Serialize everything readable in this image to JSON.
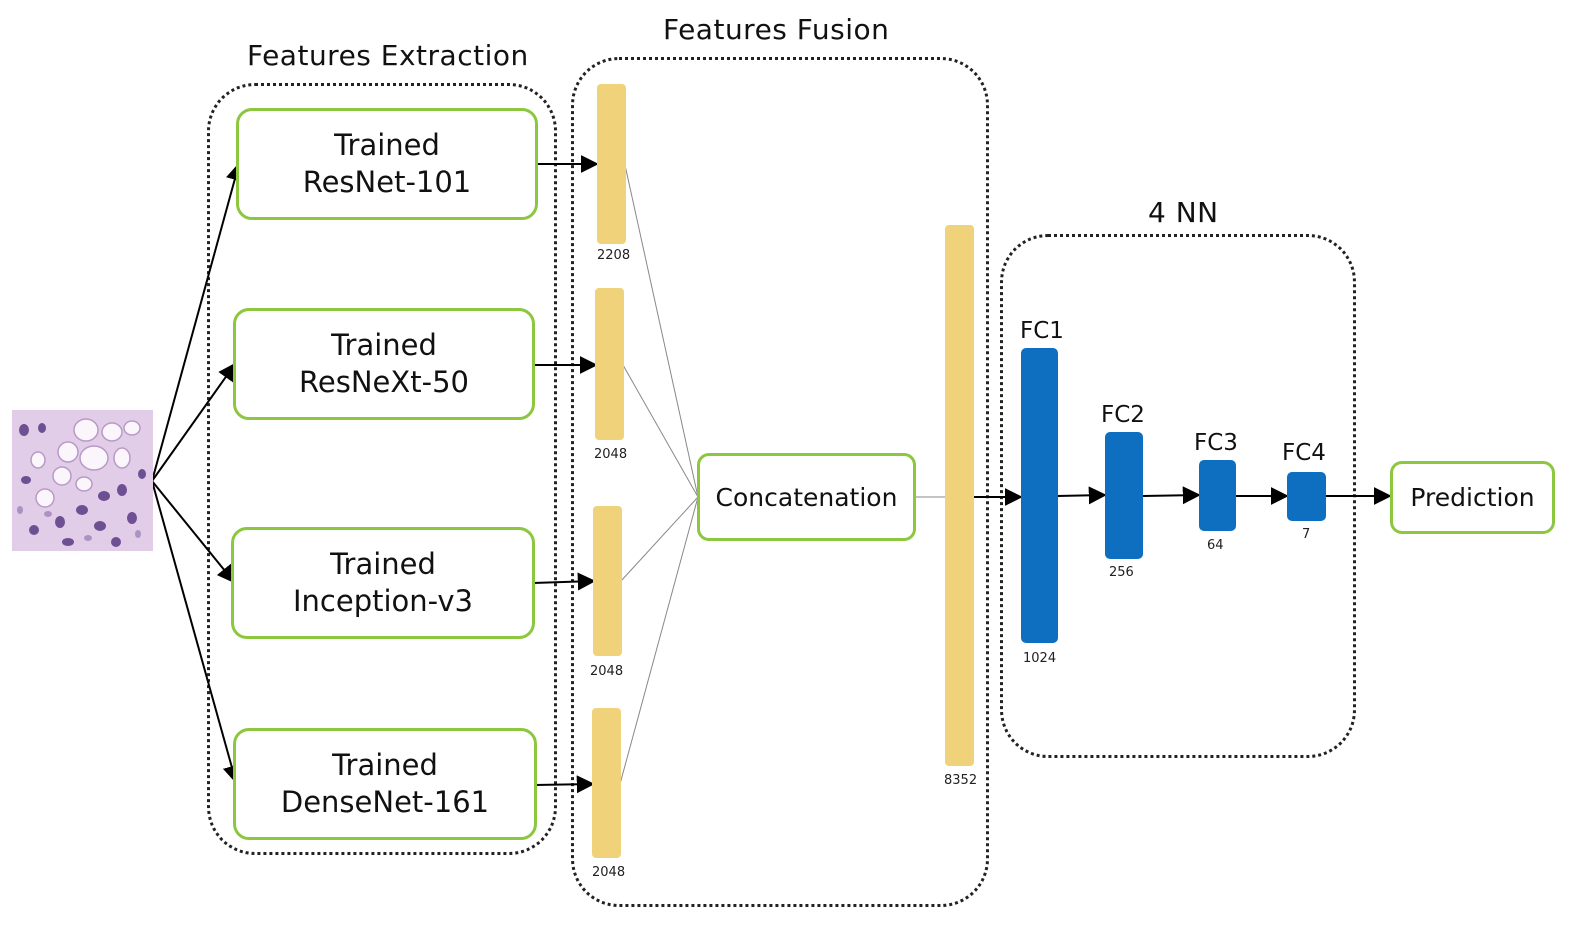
{
  "groups": {
    "extraction_title": "Features Extraction",
    "fusion_title": "Features Fusion",
    "nn_title": "4 NN"
  },
  "models": [
    {
      "line1": "Trained",
      "line2": "ResNet-101"
    },
    {
      "line1": "Trained",
      "line2": "ResNeXt-50"
    },
    {
      "line1": "Trained",
      "line2": "Inception-v3"
    },
    {
      "line1": "Trained",
      "line2": "DenseNet-161"
    }
  ],
  "features": [
    "2208",
    "2048",
    "2048",
    "2048"
  ],
  "concatenation": {
    "label": "Concatenation",
    "dimension": "8352"
  },
  "fc_layers": [
    {
      "name": "FC1",
      "units": "1024"
    },
    {
      "name": "FC2",
      "units": "256"
    },
    {
      "name": "FC3",
      "units": "64"
    },
    {
      "name": "FC4",
      "units": "7"
    }
  ],
  "prediction": "Prediction",
  "colors": {
    "model_border": "#8dc63f",
    "feature_bar": "#efd27a",
    "fc_block": "#0e6fc0",
    "tissue_background": "#e7d3ea",
    "tissue_nuclei": "#5b3a86"
  }
}
